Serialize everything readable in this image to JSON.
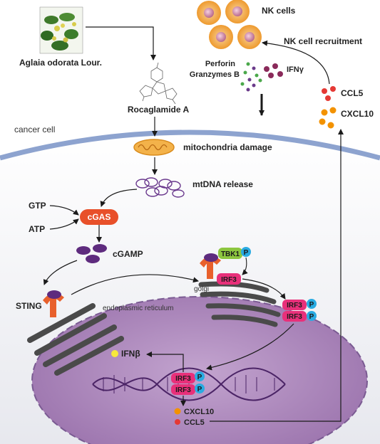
{
  "labels": {
    "plant": "Aglaia odorata Lour.",
    "compound": "Rocaglamide A",
    "nk_cells": "NK cells",
    "nk_recruitment": "NK cell recruitment",
    "perforin": "Perforin",
    "granzymes": "Granzymes B",
    "ifng": "IFNγ",
    "ccl5_top": "CCL5",
    "cxcl10_top": "CXCL10",
    "cancer_cell": "cancer cell",
    "mito_damage": "mitochondria damage",
    "mtdna_release": "mtDNA release",
    "gtp": "GTP",
    "atp": "ATP",
    "cgas": "cGAS",
    "cgamp": "cGAMP",
    "sting": "STING",
    "er": "endoplasmic reticulum",
    "tbk1": "TBK1",
    "phospho": "P",
    "irf3": "IRF3",
    "golgi": "golgi",
    "ifnb": "IFNβ",
    "cxcl10_nuc": "CXCL10",
    "ccl5_nuc": "CCL5"
  },
  "colors": {
    "membrane": "#8da3cf",
    "cytoplasm": "#eef0f4",
    "nucleus": "#a983b9",
    "cgas": "#e8502a",
    "sting": "#e8602c",
    "irf3": "#e8307a",
    "tbk1": "#8cc63f",
    "phospho": "#29abe2",
    "cgamp": "#5e2b7e",
    "nk_cell": "#f0a035",
    "ccl5": "#e53935",
    "cxcl10": "#f39200",
    "ifnb": "#f7e93c"
  }
}
